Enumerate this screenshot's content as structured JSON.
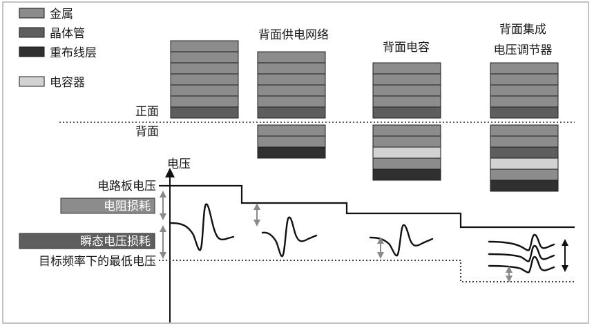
{
  "colors": {
    "metal": "#8c8c8c",
    "transistor": "#5e5e5e",
    "redistribution": "#303030",
    "capacitor": "#d2d2d2",
    "frame": "#9a9a9a",
    "arrow_gray": "#8a8a8a"
  },
  "legend": {
    "metal": "金属",
    "transistor": "晶体管",
    "redistribution": "重布线层",
    "capacitor": "电容器"
  },
  "columns": {
    "col2": "背面供电网络",
    "col3": "背面电容",
    "col4_line1": "背面集成",
    "col4_line2": "电压调节器"
  },
  "sides": {
    "front": "正面",
    "back": "背面"
  },
  "plot": {
    "axis_label": "电压",
    "board_voltage": "电路板电压",
    "resistive_loss": "电阻损耗",
    "transient_loss": "瞬态电压损耗",
    "min_voltage": "目标频率下的最低电压"
  }
}
